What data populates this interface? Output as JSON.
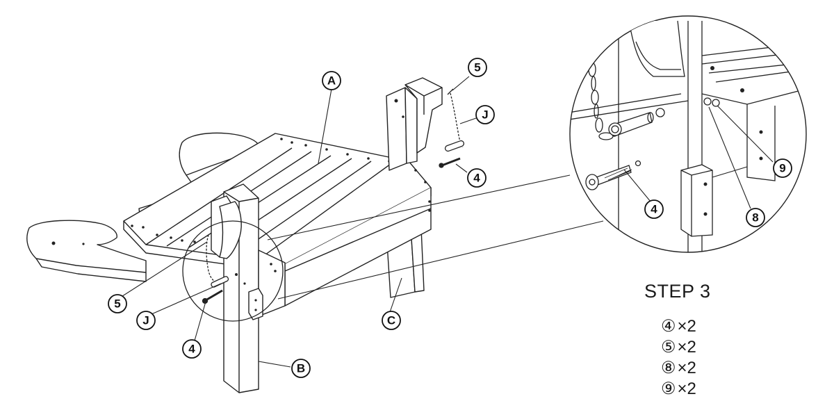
{
  "step": {
    "title": "STEP 3",
    "parts": [
      {
        "part": "④",
        "qty": "×2"
      },
      {
        "part": "⑤",
        "qty": "×2"
      },
      {
        "part": "⑧",
        "qty": "×2"
      },
      {
        "part": "⑨",
        "qty": "×2"
      }
    ]
  },
  "callouts": {
    "seat": "A",
    "front_leg": "B",
    "back_leg": "C",
    "chain_left": "J",
    "chain_right": "J",
    "pin_left": "5",
    "pin_right": "5",
    "bolt_left": "4",
    "bolt_right": "4",
    "bolt_detail": "4",
    "washer_flat": "8",
    "washer_lock": "9"
  }
}
